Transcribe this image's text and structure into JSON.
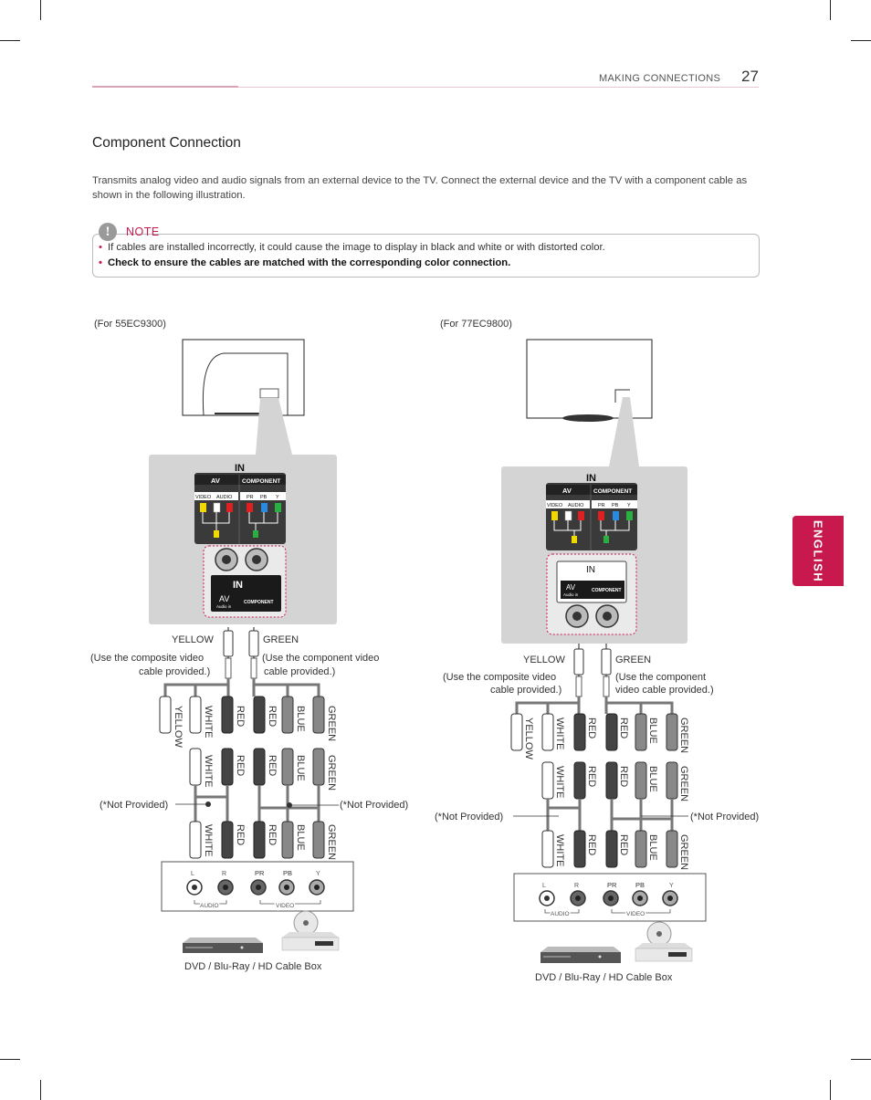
{
  "header": {
    "section": "MAKING CONNECTIONS",
    "page_number": "27",
    "side_tab": "ENGLISH"
  },
  "title": "Component Connection",
  "intro": "Transmits analog video and audio signals from an external device to the TV. Connect the external device and the TV with a component cable as shown in the following illustration.",
  "note": {
    "label": "NOTE",
    "icon": "exclamation-icon",
    "items": [
      "If cables are installed incorrectly, it could cause the image to display in black and white or with distorted color.",
      "Check to ensure the cables are matched with the corresponding color connection."
    ]
  },
  "diagrams": [
    {
      "model": "(For 55EC9300)",
      "panel": {
        "in": "IN",
        "av": "AV",
        "component": "COMPONENT",
        "video": "VIDEO",
        "audio": "AUDIO",
        "pr": "PR",
        "pb": "PB",
        "y": "Y",
        "jack_in": "IN",
        "jack_av": "AV",
        "jack_audio_in": "Audio in",
        "jack_component": "COMPONENT"
      },
      "cable_yellow": "YELLOW",
      "cable_green": "GREEN",
      "composite_provided": [
        "(Use the composite video",
        "cable provided.)"
      ],
      "component_provided": [
        "(Use the component video",
        "cable provided.)"
      ],
      "not_provided_left": "(*Not Provided)",
      "not_provided_right": "(*Not Provided)",
      "top_labels": [
        "YELLOW",
        "WHITE",
        "RED",
        "RED",
        "BLUE",
        "GREEN"
      ],
      "mid_labels": [
        "WHITE",
        "RED",
        "RED",
        "BLUE",
        "GREEN"
      ],
      "bottom_labels": [
        "WHITE",
        "RED",
        "RED",
        "BLUE",
        "GREEN"
      ],
      "device_ports": [
        "L",
        "R",
        "PR",
        "PB",
        "Y"
      ],
      "device_audio": "AUDIO",
      "device_video": "VIDEO",
      "device_caption": "DVD / Blu-Ray / HD Cable Box"
    },
    {
      "model": "(For 77EC9800)",
      "panel": {
        "in": "IN",
        "av": "AV",
        "component": "COMPONENT",
        "video": "VIDEO",
        "audio": "AUDIO",
        "pr": "PR",
        "pb": "PB",
        "y": "Y",
        "jack_in": "IN",
        "jack_av": "AV",
        "jack_audio_in": "Audio in",
        "jack_component": "COMPONENT"
      },
      "cable_yellow": "YELLOW",
      "cable_green": "GREEN",
      "composite_provided": [
        "(Use the composite video",
        "cable provided.)"
      ],
      "component_provided": [
        "(Use the component",
        "video cable provided.)"
      ],
      "not_provided_left": "(*Not Provided)",
      "not_provided_right": "(*Not Provided)",
      "top_labels": [
        "YELLOW",
        "WHITE",
        "RED",
        "RED",
        "BLUE",
        "GREEN"
      ],
      "mid_labels": [
        "WHITE",
        "RED",
        "RED",
        "BLUE",
        "GREEN"
      ],
      "bottom_labels": [
        "WHITE",
        "RED",
        "RED",
        "BLUE",
        "GREEN"
      ],
      "device_ports": [
        "L",
        "R",
        "PR",
        "PB",
        "Y"
      ],
      "device_audio": "AUDIO",
      "device_video": "VIDEO",
      "device_caption": "DVD / Blu-Ray / HD Cable Box"
    }
  ]
}
